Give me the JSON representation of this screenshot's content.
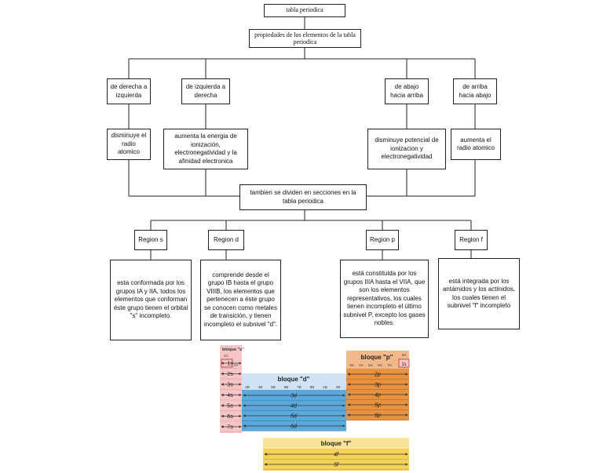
{
  "diagram": {
    "root": "tabla periodica",
    "properties": "propiedades de los elementos de la tabla periodica",
    "directions": [
      {
        "label": "de derecha a izquierda",
        "effect": "disminuye el radio atomico"
      },
      {
        "label": "de izquierda a derecha",
        "effect": "aumenta la energia de ionización, electronegatividad y la afinidad electronica"
      },
      {
        "label": "de abajo hacia arriba",
        "effect": "disminuye potencial de ionizacion y electronegatividad"
      },
      {
        "label": "de arriba hacia abajo",
        "effect": "aumenta el radio atomico"
      }
    ],
    "sections": "tambien se dividen en secciones en la tabla periodica",
    "regions": [
      {
        "label": "Region s",
        "description": "esta conformada por los grupos IA y IIA, todos los elementos que conforman éste grupo tienen el orbital \"s\" incompleto."
      },
      {
        "label": "Region d",
        "description": "comprende desde el grupo IB hasta el grupo VIIIB, los elementos que pertenecen a éste grupo se conocen como metales de transición, y tienen incompleto el subnivel \"d\"."
      },
      {
        "label": "Region p",
        "description": "está constituida por los grupos IIIA hasta el VIIA, que son los elementos representativos, los cuales tienen incompleto el último subnivel P, excepto los gases nobles."
      },
      {
        "label": "Region f",
        "description": "está integrada por los antámidos y los actínidos, los cuales tienen el subnivel \"f\" incompleto"
      }
    ]
  },
  "blocks_image": {
    "s": {
      "title": "bloque \"s\"",
      "group": "1A",
      "group2": "2A",
      "levels": [
        "1s",
        "2s",
        "3s",
        "4s",
        "5s",
        "6s",
        "7s"
      ]
    },
    "d": {
      "title": "bloque \"d\"",
      "groups": [
        "3B",
        "4B",
        "5B",
        "6B",
        "7B",
        "8B",
        "1B",
        "2B"
      ],
      "levels": [
        "3d",
        "4d",
        "5d",
        "6d"
      ]
    },
    "p": {
      "title": "bloque \"p\"",
      "groups": [
        "3A",
        "4A",
        "5A",
        "6A",
        "7A"
      ],
      "group_he": "8A",
      "he": "1s",
      "levels": [
        "2p",
        "3p",
        "4p",
        "5p",
        "6p"
      ]
    },
    "f": {
      "title": "bloque \"f\"",
      "levels": [
        "4f",
        "5f"
      ]
    },
    "colors": {
      "s": "#f6c6c6",
      "d": "#5aa9dc",
      "d_header": "#cfe3f4",
      "p": "#e8913f",
      "p_header": "#f1b98a",
      "f": "#f4d15a",
      "f_header": "#fbe49a"
    }
  }
}
